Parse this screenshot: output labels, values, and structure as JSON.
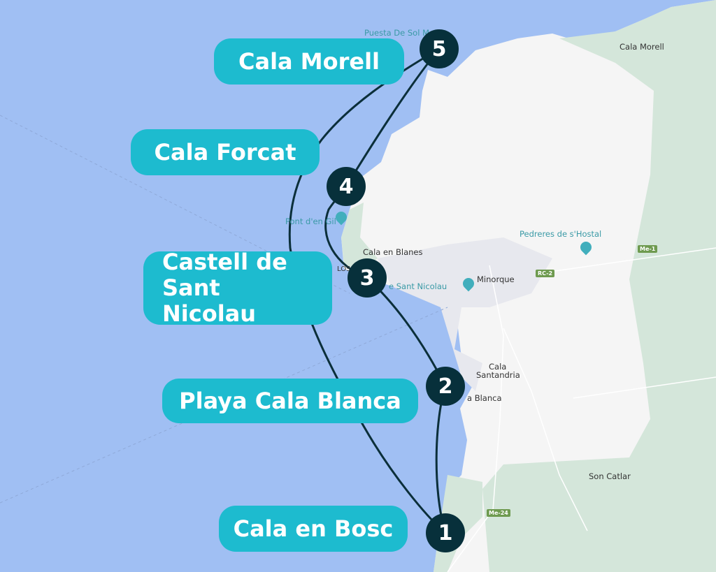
{
  "stops": [
    {
      "number": "1",
      "name": "Cala en Bosc"
    },
    {
      "number": "2",
      "name": "Playa Cala Blanca"
    },
    {
      "number": "3",
      "name": "Castell de Sant Nicolau"
    },
    {
      "number": "4",
      "name": "Cala Forcat"
    },
    {
      "number": "5",
      "name": "Cala Morell"
    }
  ],
  "map_labels": {
    "puesta": "Puesta De Sol M",
    "cala_morell": "Cala Morell",
    "pont_en_gil": "Pont d'en Gil",
    "cala_en_blanes": "Cala en Blanes",
    "los": "LOS",
    "sant_nicolau": "e Sant Nicolau",
    "minorque": "Minorque",
    "pedreres": "Pedreres de s'Hostal",
    "cala_santandria_1": "Cala",
    "cala_santandria_2": "Santandria",
    "cala_blanca": "a Blanca",
    "son_catlar": "Son Catlar"
  },
  "roads": {
    "me1": "Me-1",
    "rc2": "RC-2",
    "me24": "Me-24"
  },
  "colors": {
    "water": "#a0bff3",
    "land": "#f5f5f5",
    "green": "#d4e6da",
    "pill": "#1dbbcf",
    "marker": "#07303b"
  }
}
